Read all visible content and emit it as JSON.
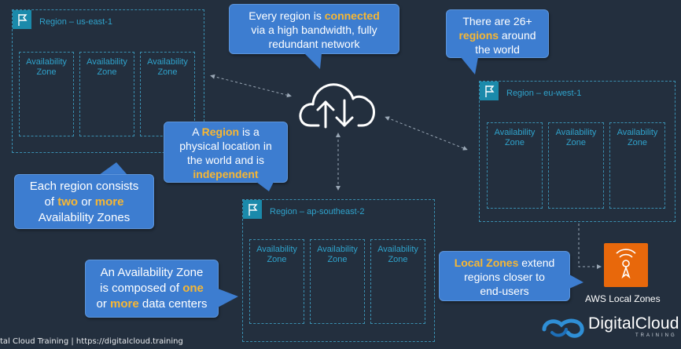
{
  "regions": {
    "us_east": {
      "label": "Region – us-east-1",
      "azs": [
        {
          "l1": "Availability",
          "l2": "Zone"
        },
        {
          "l1": "Availability",
          "l2": "Zone"
        },
        {
          "l1": "Availability",
          "l2": "Zone"
        }
      ]
    },
    "eu_west": {
      "label": "Region – eu-west-1",
      "azs": [
        {
          "l1": "Availability",
          "l2": "Zone"
        },
        {
          "l1": "Availability",
          "l2": "Zone"
        },
        {
          "l1": "Availability",
          "l2": "Zone"
        }
      ]
    },
    "ap_southeast": {
      "label": "Region – ap-southeast-2",
      "azs": [
        {
          "l1": "Availability",
          "l2": "Zone"
        },
        {
          "l1": "Availability",
          "l2": "Zone"
        },
        {
          "l1": "Availability",
          "l2": "Zone"
        }
      ]
    }
  },
  "callouts": {
    "connected": {
      "p1": "Every region is ",
      "hl": "connected",
      "l2": "via a high bandwidth, fully",
      "l3": "redundant network"
    },
    "count": {
      "l1": "There are 26+",
      "hl": "regions",
      "p2": " around",
      "l3": "the world"
    },
    "region_def": {
      "p1": "A ",
      "hl1": "Region",
      "p2": " is a",
      "l2": "physical location in",
      "l3": "the world and is",
      "hl2": "independent"
    },
    "each_region": {
      "l1": "Each region consists",
      "p1": "of ",
      "hl1": "two",
      "p2": " or ",
      "hl2": "more",
      "l3": "Availability Zones"
    },
    "az_def": {
      "l1": "An Availability Zone",
      "p1": "is composed of ",
      "hl1": "one",
      "p2": "or ",
      "hl2": "more",
      "p3": " data centers"
    },
    "local_zones": {
      "hl": "Local Zones",
      "p1": " extend",
      "l2": "regions closer to",
      "l3": "end-users"
    }
  },
  "local_zones_label": "AWS Local Zones",
  "footer": "tal Cloud Training  | https://digitalcloud.training",
  "brand": {
    "name": "DigitalCloud",
    "sub": "TRAINING"
  },
  "icons": [
    "cloud-upload-download-icon",
    "region-flag-icon",
    "local-zones-icon",
    "digitalcloud-logo-icon"
  ],
  "colors": {
    "background": "#232f3e",
    "callout": "#3d7dd0",
    "highlight": "#f7b733",
    "region_border": "#3a8fb0",
    "local_zones": "#e8680b"
  }
}
